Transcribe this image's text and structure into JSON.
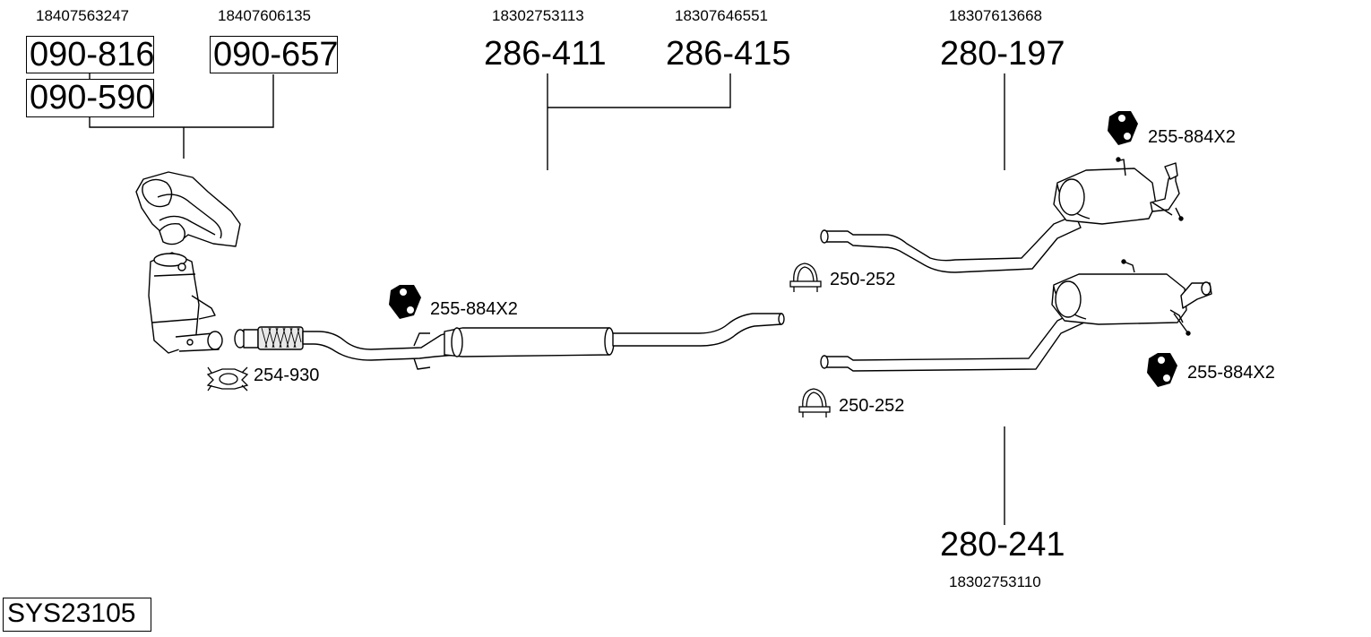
{
  "system_code": "SYS23105",
  "oem_numbers": {
    "manifold_a": "18407563247",
    "manifold_b": "18407606135",
    "middle_a": "18302753113",
    "middle_b": "18307646551",
    "rear_upper": "18307613668",
    "rear_lower": "18302753110"
  },
  "part_numbers": {
    "cat_front": "090-816",
    "cat_front_alt": "090-590",
    "cat_second": "090-657",
    "middle_a": "286-411",
    "middle_b": "286-415",
    "rear_upper": "280-197",
    "rear_lower": "280-241"
  },
  "accessories": {
    "mount_middle": "255-884X2",
    "mount_rear_upper": "255-884X2",
    "mount_rear_lower": "255-884X2",
    "clamp_front": "254-930",
    "clamp_rear_upper": "250-252",
    "clamp_rear_lower": "250-252"
  }
}
